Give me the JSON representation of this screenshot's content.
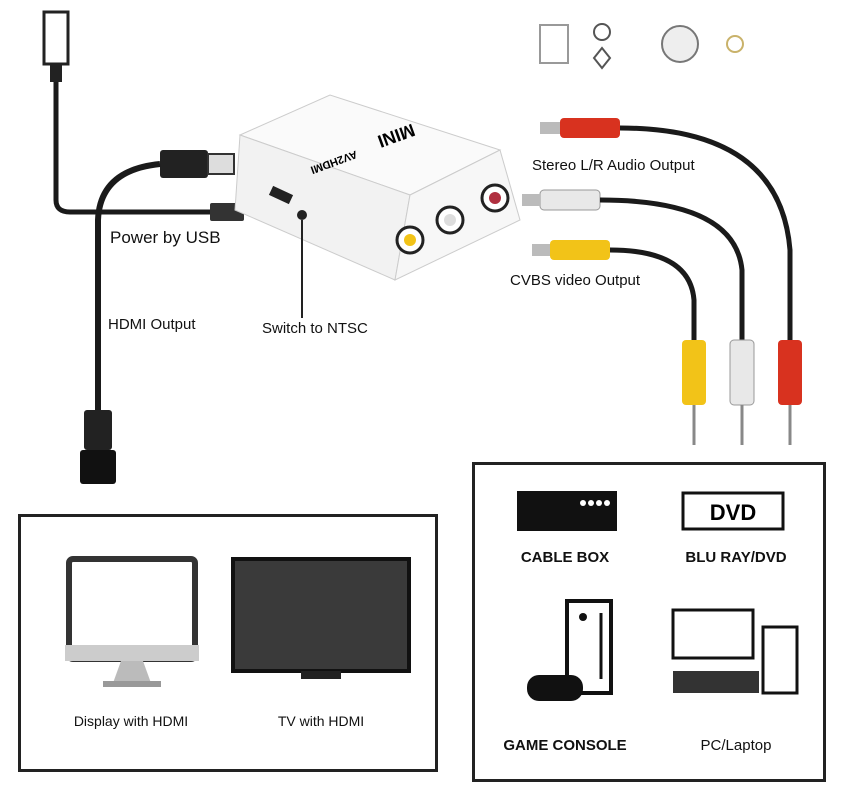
{
  "device": {
    "brand": "MINI",
    "model": "AV2HDMI"
  },
  "labels": {
    "stereo": "Stereo L/R Audio Output",
    "cvbs": "CVBS video Output",
    "power": "Power by USB",
    "hdmi_out": "HDMI Output",
    "ntsc": "Switch to NTSC"
  },
  "outputs": [
    {
      "label": "Display with HDMI",
      "icon": "monitor-icon"
    },
    {
      "label": "TV with HDMI",
      "icon": "tv-icon"
    }
  ],
  "sources": [
    {
      "label": "CABLE BOX",
      "icon": "cable-box-icon"
    },
    {
      "label": "BLU RAY/DVD",
      "icon": "dvd-icon",
      "icon_text": "DVD"
    },
    {
      "label": "GAME CONSOLE",
      "icon": "game-console-icon"
    },
    {
      "label": "PC/Laptop",
      "icon": "pc-icon"
    }
  ],
  "colors": {
    "red": "#d8321f",
    "yellow": "#f2c318",
    "white": "#e8e8e8",
    "cable": "#1a1a1a"
  }
}
